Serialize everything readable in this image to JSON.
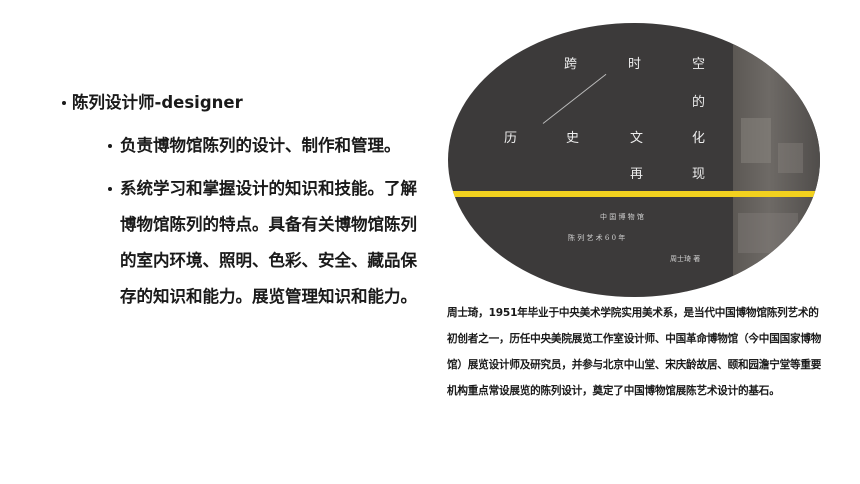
{
  "bullets": {
    "main": "陈列设计师-designer",
    "sub1": "负责博物馆陈列的设计、制作和管理。",
    "sub2": "系统学习和掌握设计的知识和技能。了解博物馆陈列的特点。具备有关博物馆陈列的室内环境、照明、色彩、安全、藏品保存的知识和能力。展览管理知识和能力。"
  },
  "cover": {
    "chars": [
      "跨",
      "时",
      "空",
      "的",
      "历",
      "史",
      "文",
      "化",
      "再",
      "现"
    ],
    "line1": "中 国 博 物 馆",
    "line2": "陈 列 艺 术 6 0 年",
    "line3": "周士琦 著"
  },
  "caption": "周士琦，1951年毕业于中央美术学院实用美术系，是当代中国博物馆陈列艺术的初创者之一，历任中央美院展览工作室设计师、中国革命博物馆（今中国国家博物馆）展览设计师及研究员，并参与北京中山堂、宋庆龄故居、颐和园澹宁堂等重要机构重点常设展览的陈列设计，奠定了中国博物馆展陈艺术设计的基石。",
  "colors": {
    "accent": "#f2d11e",
    "cover_bg": "#3c3a3a"
  }
}
